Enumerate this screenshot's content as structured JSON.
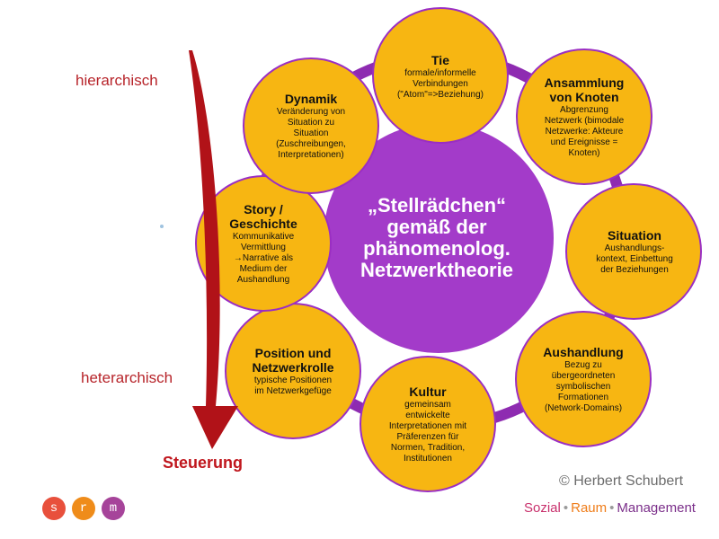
{
  "colors": {
    "center": "#a33bc9",
    "ring": "#8e2bb1",
    "node": "#f7b612",
    "node_stroke": "#9a2ec3",
    "arrow": "#b11218",
    "label_red": "#b7242a"
  },
  "axis": {
    "top_label": "hierarchisch",
    "bottom_label": "heterarchisch",
    "arrow_label": "Steuerung"
  },
  "center": {
    "lines": [
      "„Stellrädchen“",
      "gemäß der",
      "phänomenolog.",
      "Netzwerktheorie"
    ]
  },
  "nodes": [
    {
      "id": "tie",
      "title": [
        "Tie"
      ],
      "desc": [
        "formale/informelle",
        "Verbindungen",
        "(\"Atom\"=>Beziehung)"
      ]
    },
    {
      "id": "ansammlung",
      "title": [
        "Ansammlung",
        "von Knoten"
      ],
      "desc": [
        "Abgrenzung",
        "Netzwerk (bimodale",
        "Netzwerke: Akteure",
        "und Ereignisse =",
        "Knoten)"
      ]
    },
    {
      "id": "situation",
      "title": [
        "Situation"
      ],
      "desc": [
        "Aushandlungs-",
        "kontext, Einbettung",
        "der Beziehungen"
      ]
    },
    {
      "id": "aushandlung",
      "title": [
        "Aushandlung"
      ],
      "desc": [
        "Bezug zu",
        "übergeordneten",
        "symbolischen",
        "Formationen",
        "(Network-Domains)"
      ]
    },
    {
      "id": "kultur",
      "title": [
        "Kultur"
      ],
      "desc": [
        "gemeinsam",
        "entwickelte",
        "Interpretationen mit",
        "Präferenzen für",
        "Normen, Tradition,",
        "Institutionen"
      ]
    },
    {
      "id": "position",
      "title": [
        "Position und",
        "Netzwerkrolle"
      ],
      "desc": [
        "typische Positionen",
        "im Netzwerkgefüge"
      ]
    },
    {
      "id": "story",
      "title": [
        "Story /",
        "Geschichte"
      ],
      "desc": [
        "Kommunikative",
        "Vermittlung",
        "→Narrative als",
        "Medium der",
        "Aushandlung"
      ]
    },
    {
      "id": "dynamik",
      "title": [
        "Dynamik"
      ],
      "desc": [
        "Veränderung von",
        "Situation zu",
        "Situation",
        "(Zuschreibungen,",
        "Interpretationen)"
      ]
    }
  ],
  "footer": {
    "copyright": "© Herbert Schubert",
    "brand": [
      "Sozial",
      "Raum",
      "Management"
    ],
    "brand_sep": "•",
    "logo_letters": [
      "s",
      "r",
      "m"
    ]
  }
}
